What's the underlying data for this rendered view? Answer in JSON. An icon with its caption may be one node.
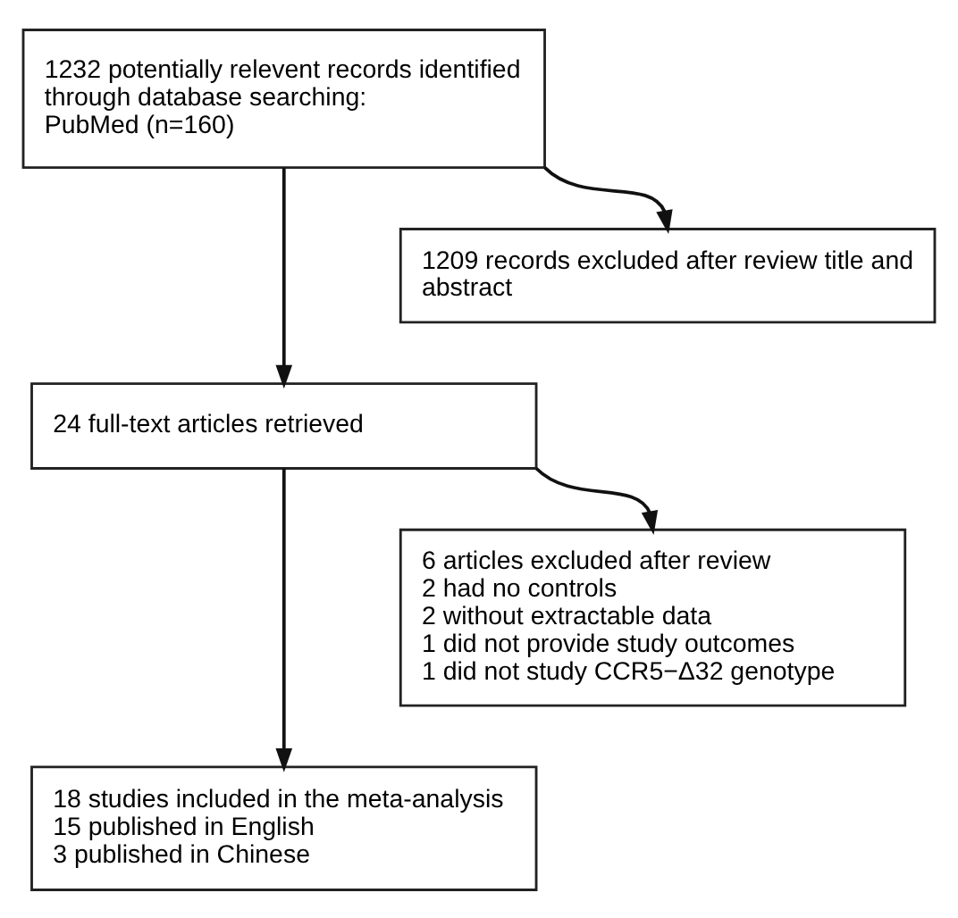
{
  "diagram": {
    "nodes": [
      {
        "text": [
          "1232 potentially relevent records identified through database searching:",
          "PubMed (n=160)"
        ]
      },
      {
        "text": [
          "1209 records excluded after review title and abstract"
        ]
      },
      {
        "text": [
          "24 full-text articles retrieved"
        ]
      },
      {
        "text": [
          "6 articles excluded after review",
          "2 had no controls",
          "2 without extractable data",
          "1 did not provide study outcomes",
          "1 did not study CCR5−Δ32 genotype"
        ]
      },
      {
        "text": [
          "18 studies included in the meta-analysis",
          "15 published in English",
          "3 published in Chinese"
        ]
      }
    ],
    "edges": [
      {
        "from": 0,
        "to": 1,
        "arrow": "to"
      },
      {
        "from": 0,
        "to": 2,
        "arrow": "to"
      },
      {
        "from": 2,
        "to": 3,
        "arrow": "to"
      },
      {
        "from": 2,
        "to": 4,
        "arrow": "to"
      }
    ]
  }
}
